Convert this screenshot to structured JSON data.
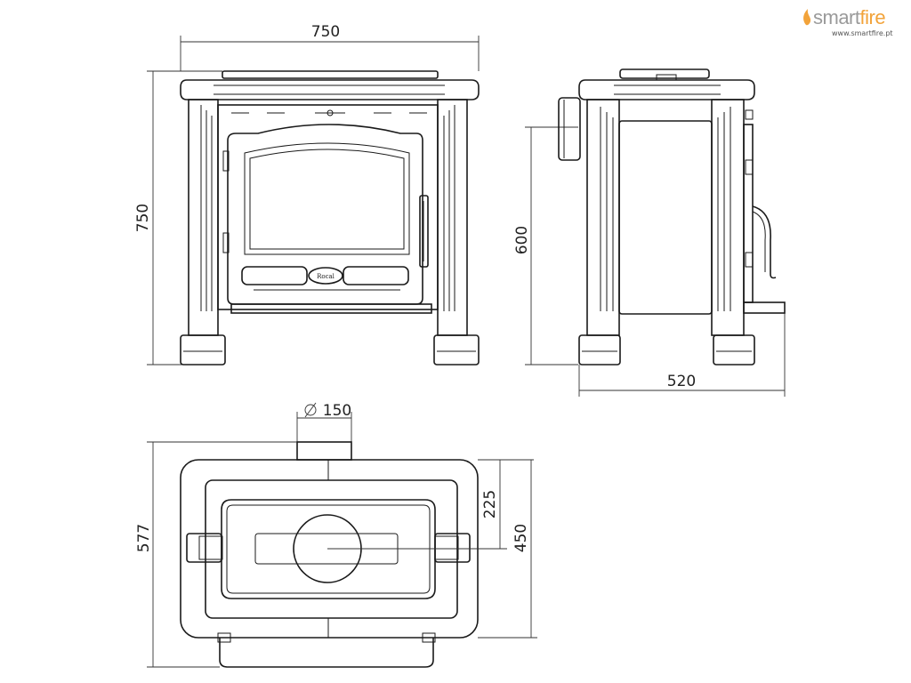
{
  "brand": {
    "name_prefix": "smart",
    "name_suffix": "fire",
    "url": "www.smartfire.pt",
    "accent_color": "#f2a33a"
  },
  "dimensions": {
    "front_width": "750",
    "front_height": "750",
    "side_height": "600",
    "side_depth": "520",
    "top_flue": "150",
    "top_depth_total": "577",
    "top_flue_offset": "225",
    "top_body_depth": "450"
  },
  "door_badge": "Rocal"
}
